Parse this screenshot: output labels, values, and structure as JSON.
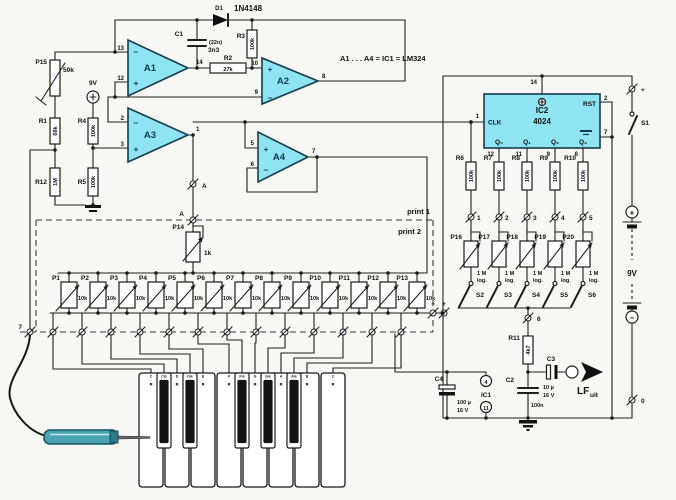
{
  "note": "A1 . . . A4 = IC1 = LM324",
  "print_labels": {
    "p1": "print 1",
    "p2": "print 2"
  },
  "opamps": [
    {
      "name": "A1",
      "top_pin": "13",
      "top_sign": "−",
      "bot_pin": "12",
      "bot_sign": "+",
      "out_pin": "14"
    },
    {
      "name": "A2",
      "top_pin": "10",
      "top_sign": "+",
      "bot_pin": "9",
      "bot_sign": "−",
      "out_pin": "8"
    },
    {
      "name": "A3",
      "top_pin": "2",
      "top_sign": "−",
      "bot_pin": "3",
      "bot_sign": "+",
      "out_pin": "1"
    },
    {
      "name": "A4",
      "top_pin": "5",
      "top_sign": "+",
      "bot_pin": "6",
      "bot_sign": "−",
      "out_pin": "7"
    }
  ],
  "ic2": {
    "name": "IC2",
    "part": "4024",
    "clk": "CLK",
    "rst": "RST",
    "pin_clk": "1",
    "pin_rst": "2",
    "pin_vdd": "14",
    "pin_gnd": "7",
    "outputs": [
      {
        "q": "Q₀",
        "pin": "12"
      },
      {
        "q": "Q₁",
        "pin": "11"
      },
      {
        "q": "Q₂",
        "pin": "9"
      },
      {
        "q": "Q₃",
        "pin": "6"
      }
    ]
  },
  "parts": {
    "d1": {
      "name": "D1",
      "value": "1N4148"
    },
    "c1": {
      "name": "C1",
      "value1": "(22n)",
      "value2": "3n3"
    },
    "c2": {
      "name": "C2",
      "value": "100n"
    },
    "c3": {
      "name": "C3",
      "value1": "10 µ",
      "value2": "16 V"
    },
    "c4": {
      "name": "C4",
      "value1": "100 µ",
      "value2": "16 V"
    },
    "r1": {
      "name": "R1",
      "value": "68k"
    },
    "r2": {
      "name": "R2",
      "value": "27k"
    },
    "r3": {
      "name": "R3",
      "value": "100k"
    },
    "r4": {
      "name": "R4",
      "value": "100k"
    },
    "r5": {
      "name": "R5",
      "value": "100k"
    },
    "r11": {
      "name": "R11",
      "value": "4k7"
    },
    "r12": {
      "name": "R12",
      "value": "1M"
    },
    "p14": {
      "name": "P14",
      "value": "1k"
    },
    "p15": {
      "name": "P15",
      "value": "50k"
    }
  },
  "supply": {
    "label": "9V"
  },
  "battery": {
    "label": "9V",
    "plus": "+",
    "minus": "−",
    "s1": "S1",
    "tp_plus": "+",
    "tp_zero": "0"
  },
  "ic1": {
    "name": "IC1",
    "pin_vplus": "4",
    "pin_vminus": "11"
  },
  "output": {
    "main": "LF",
    "sub": "uit"
  },
  "testpoints": {
    "a_upper": "A",
    "a_boundary": "A",
    "n6": "6",
    "n7": "7",
    "plus_left": "+",
    "plus_right": "+"
  },
  "ladder": [
    {
      "r": "R6",
      "rv": "100k",
      "tp": "1",
      "p": "P16",
      "pv1": "1 M",
      "pv2": "log.",
      "s": "S2"
    },
    {
      "r": "R7",
      "rv": "100k",
      "tp": "2",
      "p": "P17",
      "pv1": "1 M",
      "pv2": "log.",
      "s": "S3"
    },
    {
      "r": "R8",
      "rv": "100k",
      "tp": "3",
      "p": "P18",
      "pv1": "1 M",
      "pv2": "log.",
      "s": "S4"
    },
    {
      "r": "R9",
      "rv": "100k",
      "tp": "4",
      "p": "P19",
      "pv1": "1 M",
      "pv2": "log.",
      "s": "S5"
    },
    {
      "r": "R10",
      "rv": "100k",
      "tp": "5",
      "p": "P20",
      "pv1": "1 M",
      "pv2": "log.",
      "s": "S6"
    }
  ],
  "tuning": {
    "value": "10k",
    "pots": [
      "P1",
      "P2",
      "P3",
      "P4",
      "P5",
      "P6",
      "P7",
      "P8",
      "P9",
      "P10",
      "P11",
      "P12",
      "P13"
    ]
  },
  "keyboard": {
    "keys": [
      {
        "note": "C",
        "color": "white"
      },
      {
        "note": "Cis",
        "color": "black"
      },
      {
        "note": "D",
        "color": "white"
      },
      {
        "note": "Dis",
        "color": "black"
      },
      {
        "note": "E",
        "color": "white"
      },
      {
        "note": "F",
        "color": "white"
      },
      {
        "note": "Fis",
        "color": "black"
      },
      {
        "note": "G",
        "color": "white"
      },
      {
        "note": "Gis",
        "color": "black"
      },
      {
        "note": "A",
        "color": "white"
      },
      {
        "note": "Ais",
        "color": "black"
      },
      {
        "note": "B",
        "color": "white"
      },
      {
        "note": "C",
        "color": "white"
      }
    ]
  },
  "colors": {
    "opamp_fill": "#8ee4f2",
    "ic_fill": "#8ee4f2",
    "outline": "#143c4c",
    "wire": "#1f1f1f",
    "stylus_body": "#4aa3b2",
    "background": "#f7f7f4"
  }
}
